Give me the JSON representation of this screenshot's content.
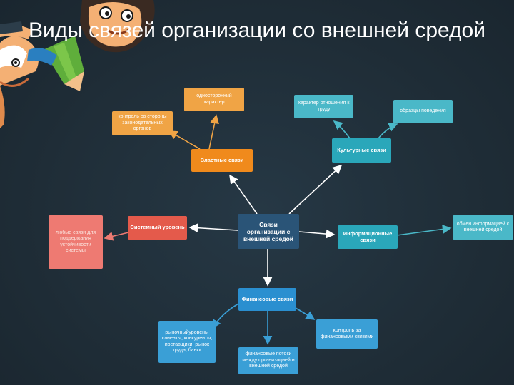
{
  "slide": {
    "title": "Виды связей организации со внешней средой"
  },
  "diagram": {
    "center": "Связи организации с внешней средой",
    "nodes": {
      "power": "Властные связи",
      "power_one_sided": "односторонний характер",
      "power_control": "контроль со стороны законодательных органов",
      "cultural": "Культурные связи",
      "cultural_attitude": "характер отношения к труду",
      "cultural_patterns": "образцы поведения",
      "systemic": "Системный уровень",
      "systemic_any": "любые связи для поддержания устойчивости системы",
      "info": "Информационные связи",
      "info_exchange": "обмен информацией с внешней средой",
      "financial": "Финансовые связи",
      "fin_market": "рыночныйуровень: клиенты, конкуренты, поставщики, рынок труда, банки",
      "fin_flows": "финансовые потоки между организацией и внешней средой",
      "fin_control": "контроль за финансовыми связями"
    }
  },
  "colors": {
    "orange": "#f0a445",
    "orange_dark": "#f08a1c",
    "teal_light": "#4ab8c8",
    "teal": "#2aa7ba",
    "red": "#e45a4b",
    "salmon": "#ee7a72",
    "blue_dark": "#2a5477",
    "blue_light": "#3a9fd6",
    "blue": "#2a8fd0"
  }
}
